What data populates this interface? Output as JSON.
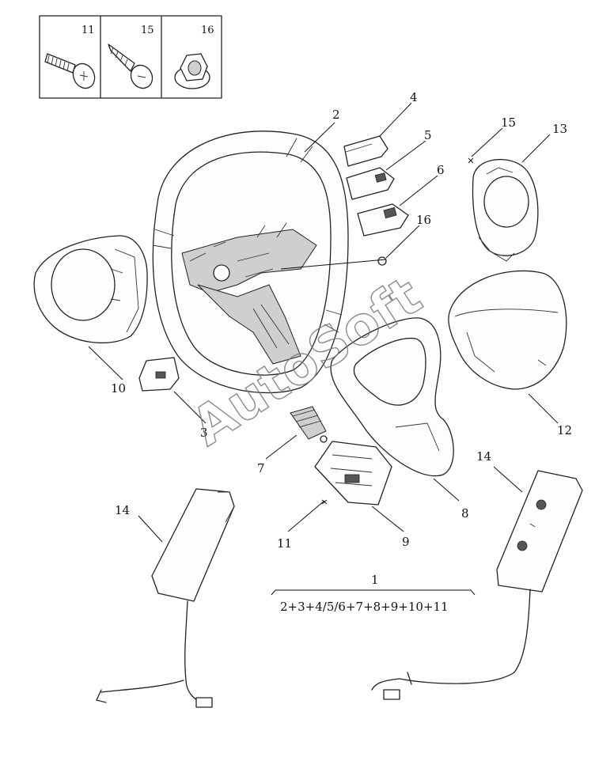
{
  "watermark": "AutoSoft",
  "hardware_box": {
    "labels": [
      "11",
      "15",
      "16"
    ]
  },
  "callouts": {
    "c1": "1",
    "c2": "2",
    "c3": "3",
    "c4": "4",
    "c5": "5",
    "c6": "6",
    "c7": "7",
    "c8": "8",
    "c9": "9",
    "c10": "10",
    "c11": "11",
    "c12": "12",
    "c13": "13",
    "c14a": "14",
    "c14b": "14",
    "c15": "15",
    "c16": "16"
  },
  "assembly_formula": "2+3+4/5/6+7+8+9+10+11"
}
